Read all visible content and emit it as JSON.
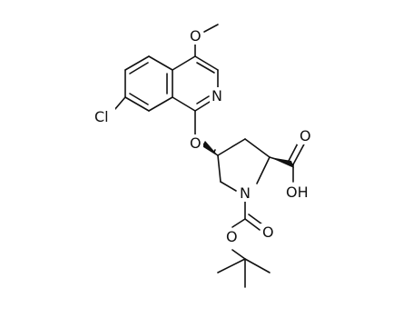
{
  "diagram": {
    "type": "chemical-structure",
    "atom_labels": {
      "methoxy_oxygen": "O",
      "ring_nitrogen": "N",
      "chlorine": "Cl",
      "ether_oxygen": "O",
      "amine_nitrogen": "N",
      "hydroxyl": "OH",
      "carbamate_oxygen": "O",
      "carbonyl_oxygen_carbamate": "O"
    },
    "colors": {
      "bond": "#111111",
      "text": "#111111",
      "background": "#ffffff"
    }
  }
}
